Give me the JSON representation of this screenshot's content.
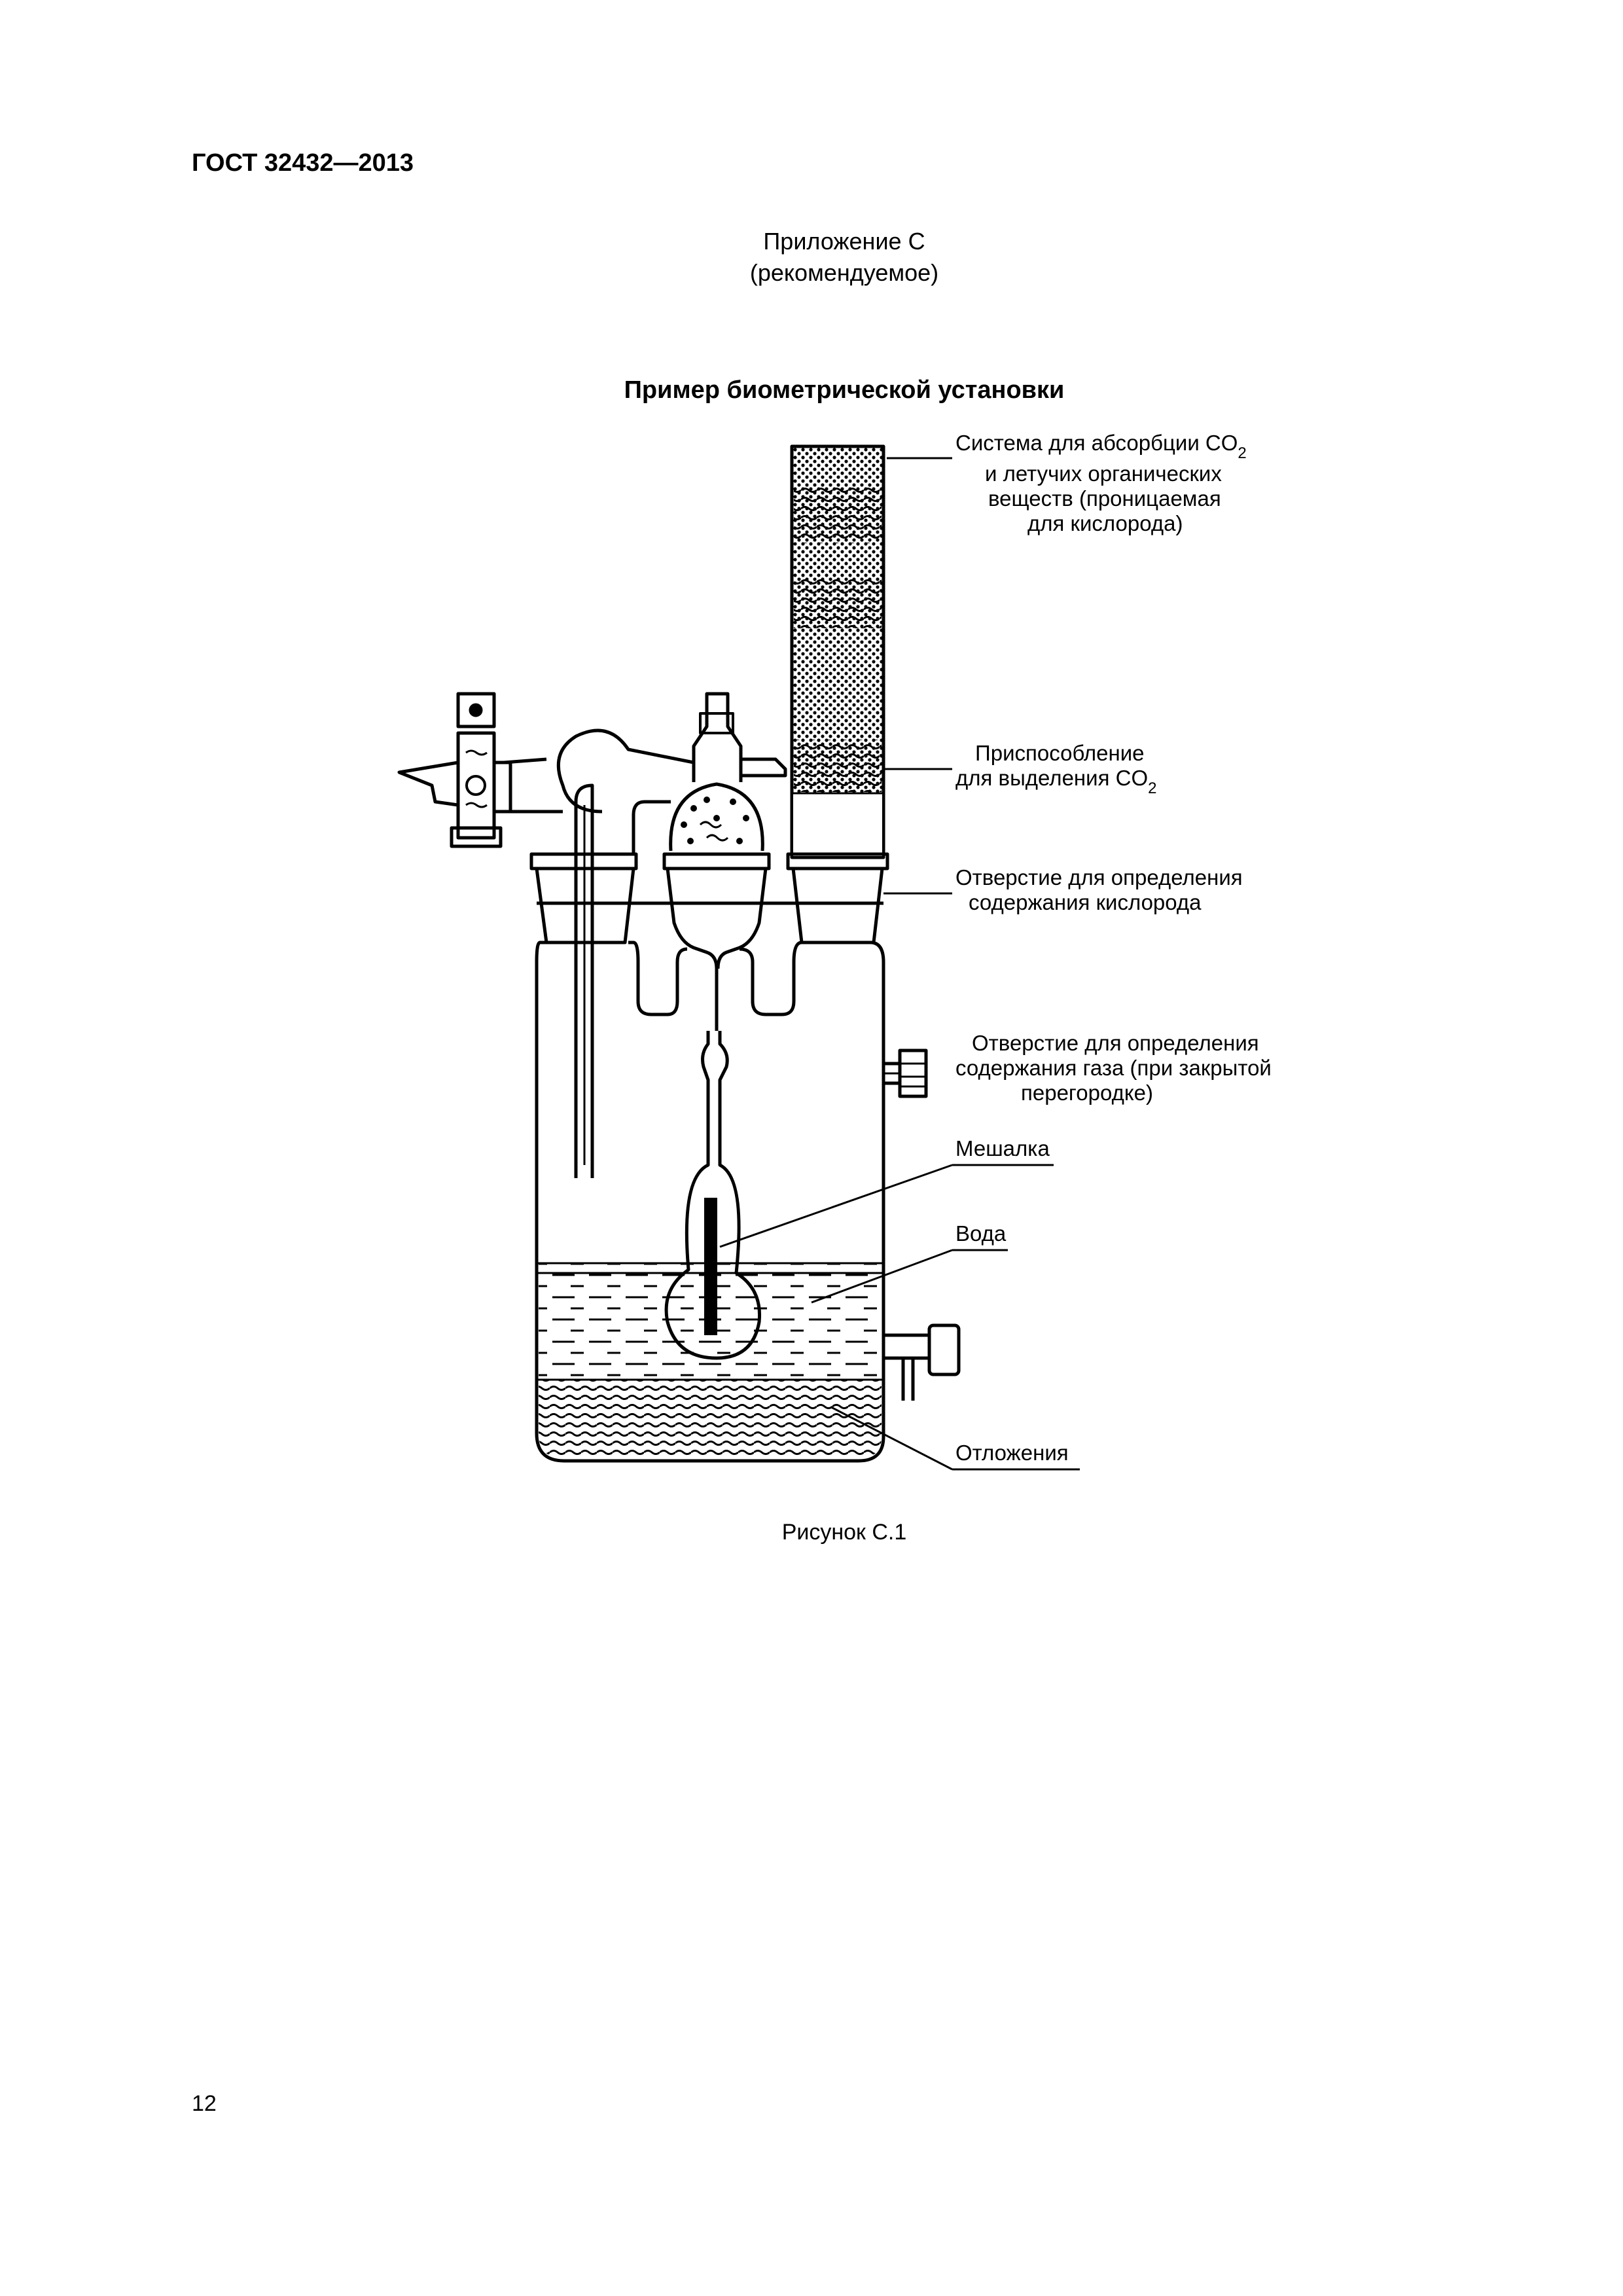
{
  "header": {
    "standard": "ГОСТ 32432—2013"
  },
  "annex": {
    "title": "Приложение С",
    "status": "(рекомендуемое)"
  },
  "figure": {
    "title": "Пример биометрической установки",
    "caption": "Рисунок С.1",
    "labels": {
      "absorption_line1": "Система для абсорбции CO",
      "absorption_sub": "2",
      "absorption_line2": "и летучих органических",
      "absorption_line3": "веществ (проницаемая",
      "absorption_line4": "для кислорода)",
      "co2_line1": "Приспособление",
      "co2_line2": "для выделения CO",
      "co2_sub": "2",
      "oxygen_line1": "Отверстие для определения",
      "oxygen_line2": "содержания кислорода",
      "gas_line1": "Отверстие для определения",
      "gas_line2": "содержания газа (при закрытой",
      "gas_line3": "перегородке)",
      "stirrer": "Мешалка",
      "water": "Вода",
      "sediment": "Отложения"
    }
  },
  "page_number": "12"
}
